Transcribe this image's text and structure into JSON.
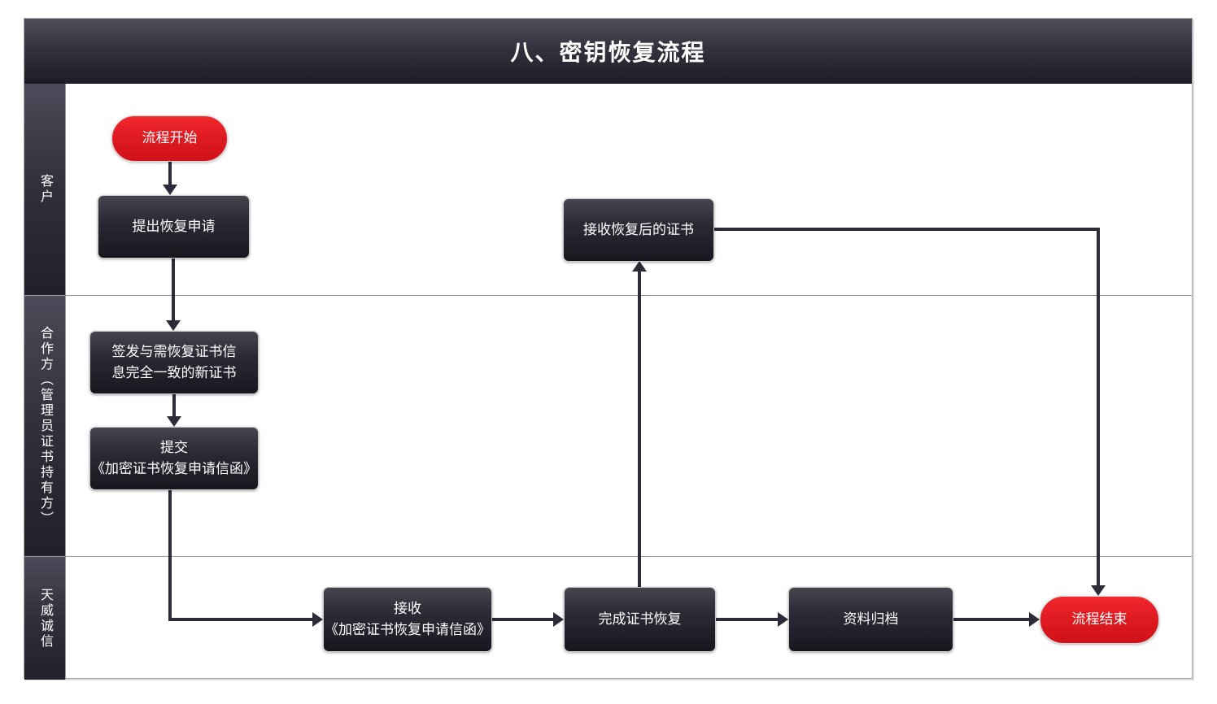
{
  "title": "八、密钥恢复流程",
  "lanes": [
    {
      "label": "客户"
    },
    {
      "label": "合作方（管理员证书持有方）"
    },
    {
      "label": "天威诚信"
    }
  ],
  "nodes": {
    "start": {
      "label": "流程开始",
      "type": "start"
    },
    "submit_request": {
      "label": "提出恢复申请",
      "type": "process"
    },
    "issue_cert": {
      "label": "签发与需恢复证书信\n息完全一致的新证书",
      "type": "process"
    },
    "submit_letter": {
      "label": "提交\n《加密证书恢复申请信函》",
      "type": "process"
    },
    "receive_letter": {
      "label": "接收\n《加密证书恢复申请信函》",
      "type": "process"
    },
    "complete_recovery": {
      "label": "完成证书恢复",
      "type": "process"
    },
    "archive": {
      "label": "资料归档",
      "type": "process"
    },
    "receive_cert": {
      "label": "接收恢复后的证书",
      "type": "process"
    },
    "end": {
      "label": "流程结束",
      "type": "end"
    }
  },
  "edges": [
    "start -> submit_request",
    "submit_request -> issue_cert",
    "issue_cert -> submit_letter",
    "submit_letter -> receive_letter",
    "receive_letter -> complete_recovery",
    "complete_recovery -> archive",
    "complete_recovery -> receive_cert",
    "archive -> end",
    "receive_cert -> end"
  ],
  "colors": {
    "accent_red": "#e01b22",
    "node_dark": "#2b2b36",
    "header_dark": "#33333f",
    "connector": "#2c2c38",
    "lane_divider": "#9a9a9a",
    "text": "#ffffff",
    "background": "#ffffff"
  }
}
